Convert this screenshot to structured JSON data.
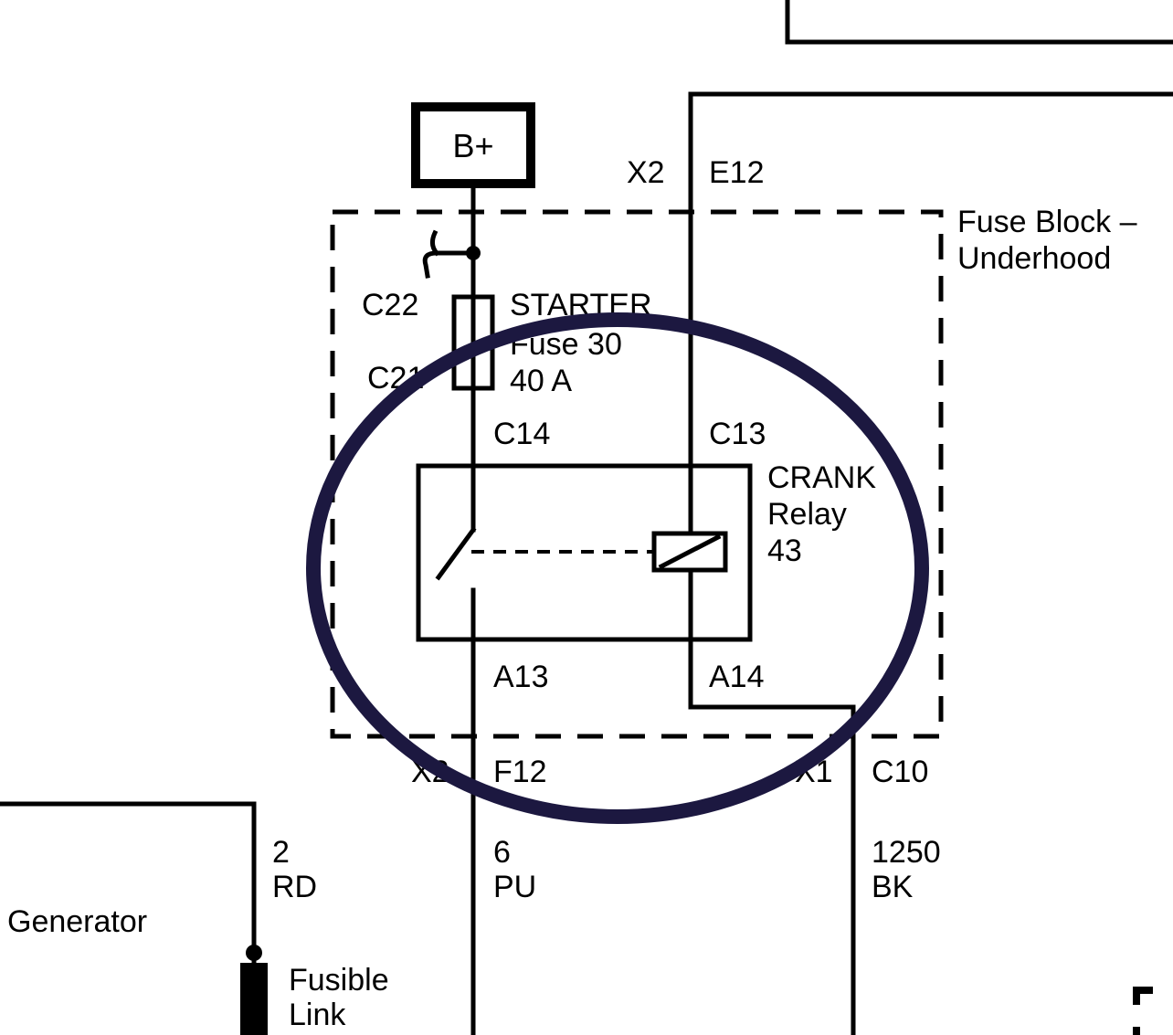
{
  "battery": {
    "label": "B+"
  },
  "fuse_block": {
    "line1": "Fuse Block –",
    "line2": "Underhood"
  },
  "connectors": {
    "x2_top": "X2",
    "e12": "E12",
    "c22": "C22",
    "c21": "C21",
    "c14": "C14",
    "c13": "C13",
    "a13": "A13",
    "a14": "A14",
    "x2_bottom": "X2",
    "f12": "F12",
    "x1": "X1",
    "c10": "C10"
  },
  "fuse": {
    "line1": "STARTER",
    "line2": "Fuse 30",
    "line3": "40 A"
  },
  "relay": {
    "line1": "CRANK",
    "line2": "Relay",
    "line3": "43"
  },
  "wires": [
    {
      "gauge": "2",
      "color": "RD"
    },
    {
      "gauge": "6",
      "color": "PU"
    },
    {
      "gauge": "1250",
      "color": "BK"
    }
  ],
  "generator": {
    "label": "Generator"
  },
  "fusible_link": {
    "line1": "Fusible",
    "line2": "Link"
  },
  "highlight": {
    "color": "#1c1840"
  }
}
